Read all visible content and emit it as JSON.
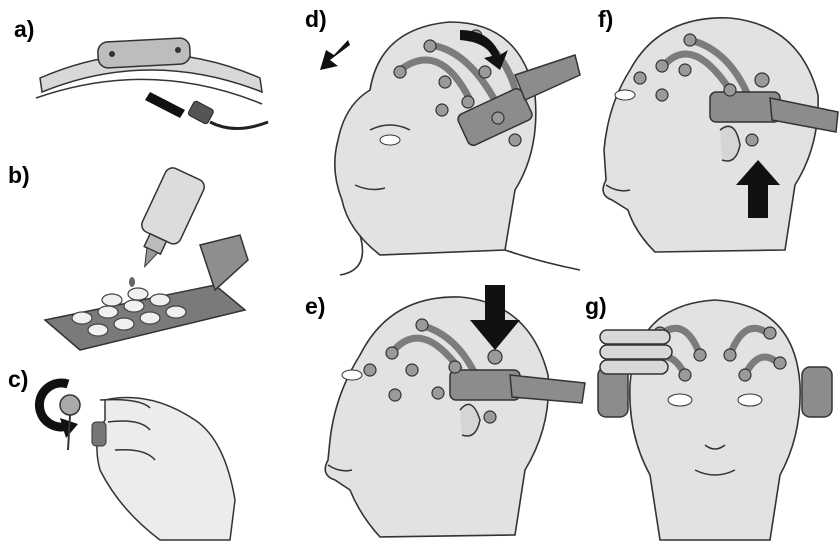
{
  "panels": {
    "a": {
      "label": "a)"
    },
    "b": {
      "label": "b)"
    },
    "c": {
      "label": "c)"
    },
    "d": {
      "label": "d)"
    },
    "e": {
      "label": "e)"
    },
    "f": {
      "label": "f)"
    },
    "g": {
      "label": "g)"
    }
  },
  "colors": {
    "skin": "#e2e2e2",
    "line": "#333333",
    "headset": "#8c8c8c",
    "electrode": "#9a9a9a",
    "arrow": "#111111"
  },
  "icons": [
    "arrow-icon",
    "rotate-arrow-icon",
    "bottle-icon",
    "head-icon",
    "electrode-icon",
    "hand-icon"
  ]
}
